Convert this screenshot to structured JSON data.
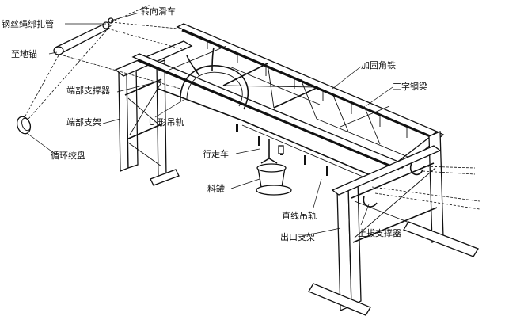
{
  "labels": {
    "wire_rope_tube": "钢丝绳绑扎管",
    "turning_pulley": "转向滑车",
    "ground_anchor": "至地锚",
    "end_support": "端部支撑器",
    "end_frame": "端部支架",
    "u_rail": "U 形吊轨",
    "reinforcing_angle": "加固角铁",
    "i_beam": "工字钢梁",
    "trolley": "行走车",
    "winch": "循环绞盘",
    "ladle": "料罐",
    "straight_rail": "直线吊轨",
    "exit_frame": "出口支架",
    "lift_support": "上拔支撑器"
  }
}
